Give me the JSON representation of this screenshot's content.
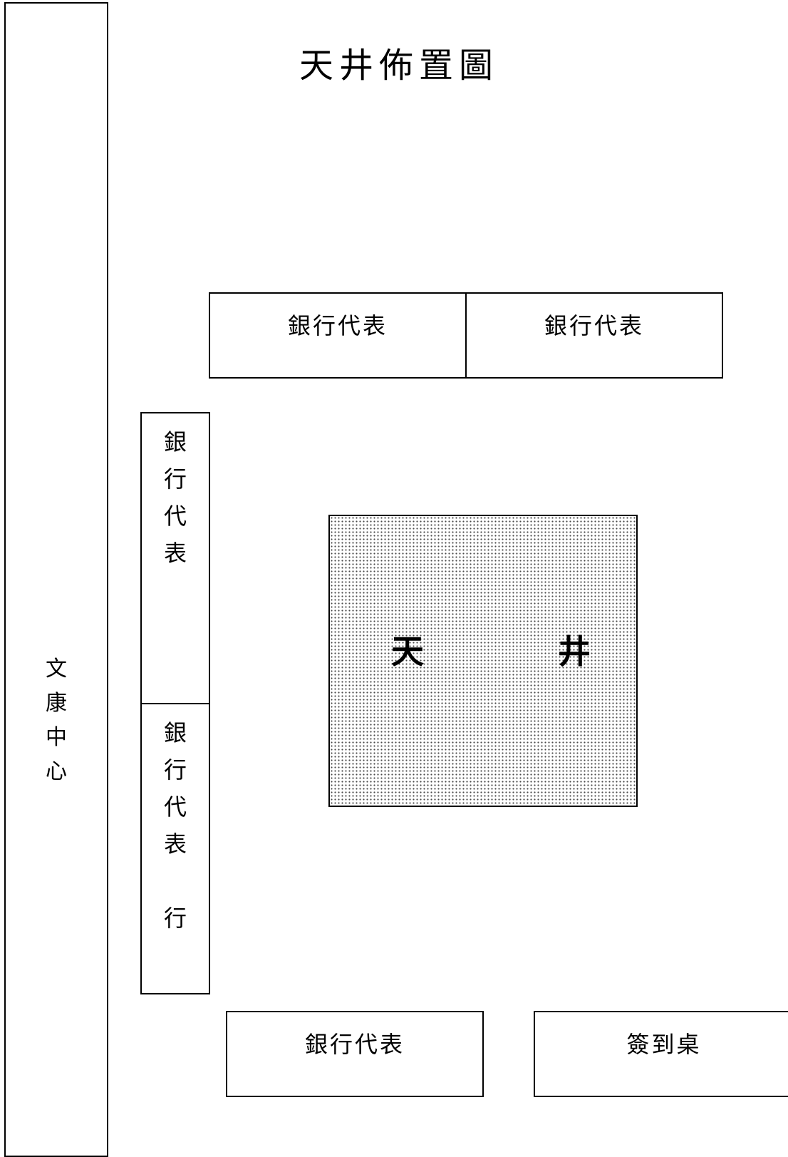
{
  "title": "天井佈置圖",
  "sidebar": {
    "label": "文\n康\n中\n心"
  },
  "top_row": {
    "left_label": "銀行代表",
    "right_label": "銀行代表"
  },
  "left_column": {
    "upper_label": "銀\n行\n代\n表",
    "lower_label": "銀\n行\n代\n表\n\n行"
  },
  "patio": {
    "char_1": "天",
    "char_2": "井"
  },
  "bottom_row": {
    "rep_label": "銀行代表",
    "signin_label": "簽到桌"
  }
}
